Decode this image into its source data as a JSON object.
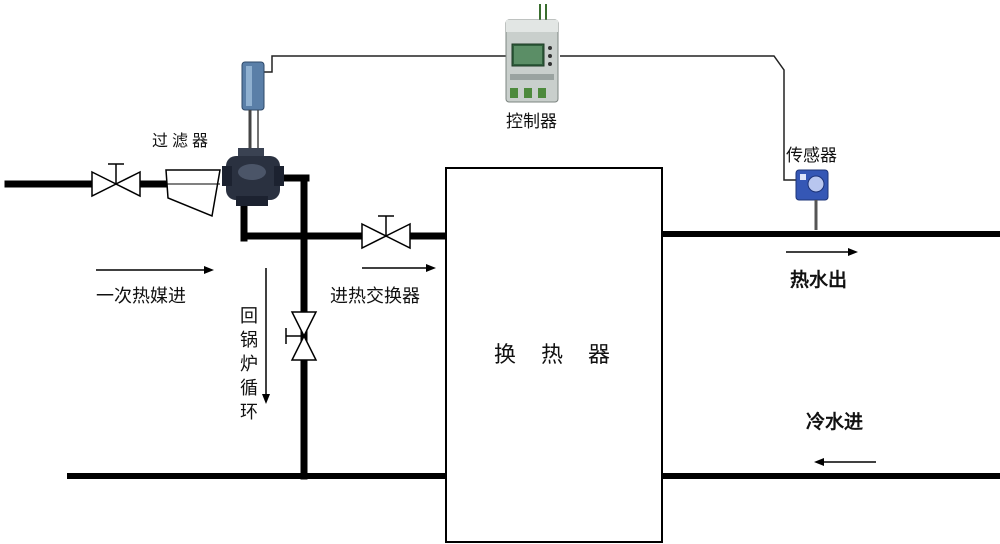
{
  "labels": {
    "filter": "过滤器",
    "controller": "控制器",
    "sensor": "传感器",
    "primary_inlet": "一次热媒进",
    "to_exchanger": "进热交换器",
    "return_boiler": [
      "回",
      "锅",
      "炉",
      "循",
      "环"
    ],
    "heat_exchanger": [
      "换",
      "热",
      "器"
    ],
    "hot_water_out": "热水出",
    "cold_water_in": "冷水进"
  },
  "colors": {
    "pipe": "#000000",
    "actuator": "#5a7fa8",
    "valve_body": "#2a3140",
    "controller_body": "#c9cfcc",
    "controller_screen": "#2f5e3c",
    "sensor_body": "#3557b5"
  }
}
